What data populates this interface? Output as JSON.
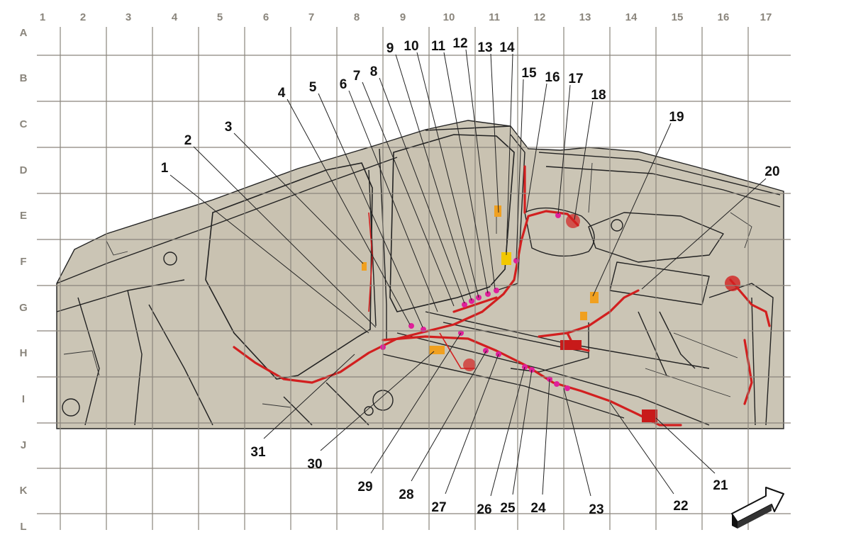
{
  "grid": {
    "columns": [
      "1",
      "2",
      "3",
      "4",
      "5",
      "6",
      "7",
      "8",
      "9",
      "10",
      "11",
      "12",
      "13",
      "14",
      "15",
      "16",
      "17"
    ],
    "rows": [
      "A",
      "B",
      "C",
      "D",
      "E",
      "F",
      "G",
      "H",
      "I",
      "J",
      "K",
      "L"
    ]
  },
  "callouts": [
    "1",
    "2",
    "3",
    "4",
    "5",
    "6",
    "7",
    "8",
    "9",
    "10",
    "11",
    "12",
    "13",
    "14",
    "15",
    "16",
    "17",
    "18",
    "19",
    "20",
    "21",
    "22",
    "23",
    "24",
    "25",
    "26",
    "27",
    "28",
    "29",
    "30",
    "31"
  ],
  "colors": {
    "grid": "#8a857c",
    "body_fill": "#cbc5b5",
    "glass": "#c8c1b0",
    "harness": "#d21f1f",
    "connector_magenta": "#e0209a",
    "component_orange": "#f0a020",
    "component_yellow": "#f2c800"
  },
  "icons": {
    "orientation": "front-direction-arrow-icon"
  }
}
